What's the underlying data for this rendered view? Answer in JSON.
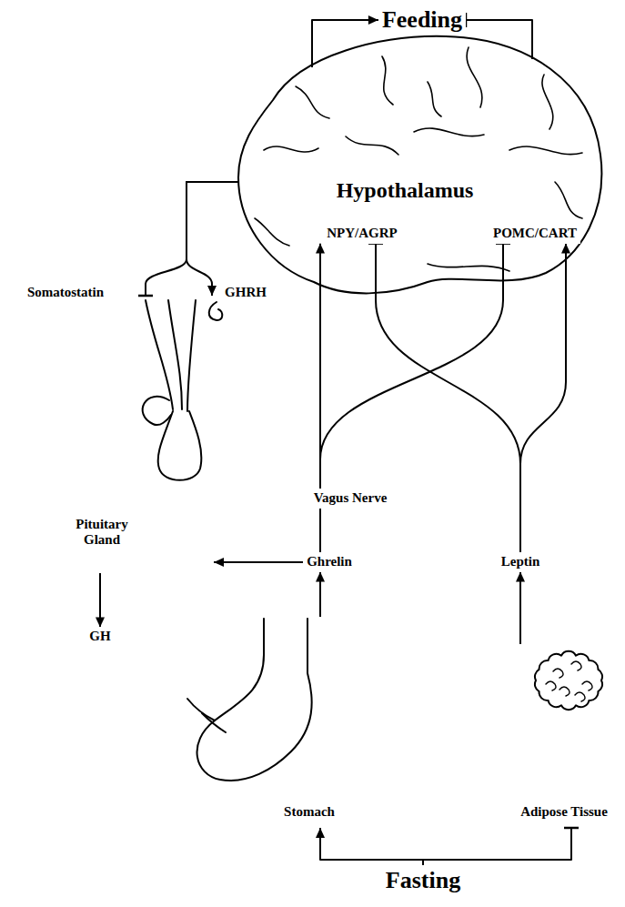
{
  "diagram": {
    "nodes": [
      {
        "text": [
          "Feeding"
        ]
      },
      {
        "text": [
          "Hypothalamus"
        ]
      },
      {
        "text": [
          "NPY/AGRP"
        ],
        "in": 1
      },
      {
        "text": [
          "POMC/CART"
        ],
        "in": 1
      },
      {
        "text": [
          "Pituitary Gland"
        ]
      },
      {
        "text": [
          "GH"
        ]
      },
      {
        "text": [
          "Vagus Nerve"
        ]
      },
      {
        "text": [
          "Ghrelin"
        ]
      },
      {
        "text": [
          "Leptin"
        ]
      },
      {
        "text": [
          "Stomach"
        ]
      },
      {
        "text": [
          "Adipose Tissue"
        ]
      },
      {
        "text": [
          "Fasting"
        ]
      }
    ],
    "edges": [
      {
        "from": 1,
        "to": 0,
        "arrow": "to"
      },
      {
        "from": 1,
        "to": 0,
        "arrow": "to"
      },
      {
        "from": 1,
        "to": 4,
        "label": "Somatostatin",
        "arrow": "to"
      },
      {
        "from": 1,
        "to": 4,
        "label": "GHRH",
        "arrow": "to"
      },
      {
        "from": 4,
        "to": 5,
        "arrow": "to"
      },
      {
        "from": 9,
        "to": 7,
        "arrow": "to"
      },
      {
        "from": 7,
        "to": 4,
        "arrow": "to"
      },
      {
        "from": 7,
        "to": 6,
        "arrow": "none"
      },
      {
        "from": 6,
        "to": 2,
        "arrow": "to"
      },
      {
        "from": 6,
        "to": 3,
        "arrow": "to"
      },
      {
        "from": 10,
        "to": 8,
        "arrow": "to"
      },
      {
        "from": 8,
        "to": 3,
        "arrow": "to"
      },
      {
        "from": 8,
        "to": 2,
        "arrow": "to"
      },
      {
        "from": 11,
        "to": 9,
        "arrow": "to"
      },
      {
        "from": 11,
        "to": 10,
        "arrow": "to"
      }
    ]
  }
}
